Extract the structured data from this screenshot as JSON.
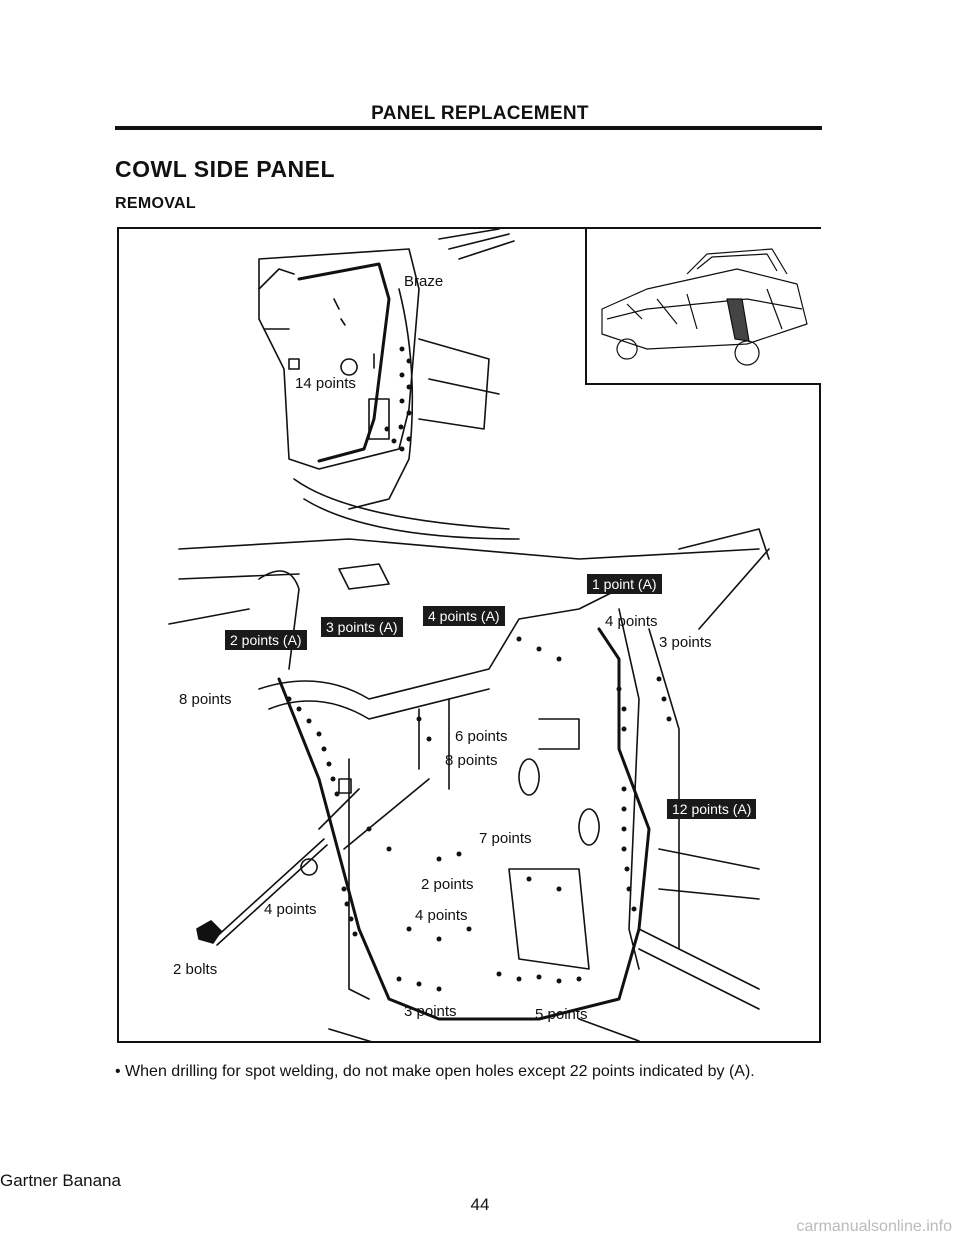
{
  "header": {
    "title": "PANEL REPLACEMENT"
  },
  "section": {
    "title": "COWL SIDE PANEL",
    "subtitle": "REMOVAL"
  },
  "figure": {
    "labels": {
      "braze": "Braze",
      "fourteen_points": "14 points",
      "four_points_upper": "4 points",
      "three_points_right": "3 points",
      "eight_points_left": "8 points",
      "six_points": "6 points",
      "eight_points_center": "8 points",
      "seven_points": "7 points",
      "two_points": "2 points",
      "four_points_center": "4 points",
      "four_points_left": "4 points",
      "two_bolts": "2 bolts",
      "three_points_bottom": "3 points",
      "five_points_bottom": "5 points"
    },
    "tags": {
      "one_point_a": "1 point (A)",
      "four_points_a": "4 points (A)",
      "three_points_a": "3 points (A)",
      "two_points_a": "2 points (A)",
      "twelve_points_a": "12 points (A)"
    }
  },
  "note": "• When drilling for spot welding, do not make open holes except 22 points indicated by (A).",
  "footer": {
    "left_text": "Gartner Banana",
    "page_number": "44"
  },
  "watermark": "carmanualsonline.info"
}
